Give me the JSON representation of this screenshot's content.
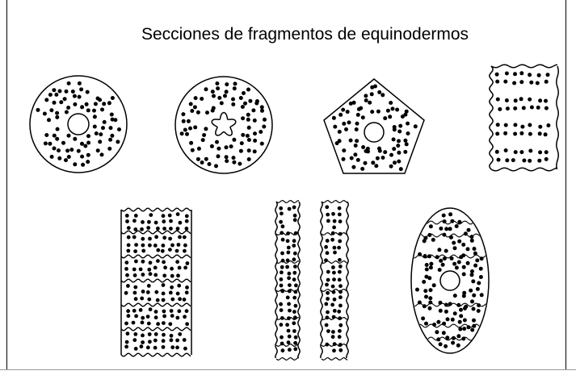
{
  "title": "Secciones de fragmentos de equinodermos",
  "colors": {
    "ink": "#000000",
    "paper": "#ffffff"
  },
  "sections": [
    {
      "name": "circle-section-round-canal"
    },
    {
      "name": "circle-section-star-canal"
    },
    {
      "name": "pentagon-section"
    },
    {
      "name": "small-wavy-plate-section"
    },
    {
      "name": "large-stacked-plates-section"
    },
    {
      "name": "left-narrow-column-section"
    },
    {
      "name": "right-narrow-column-section"
    },
    {
      "name": "oval-section"
    }
  ]
}
